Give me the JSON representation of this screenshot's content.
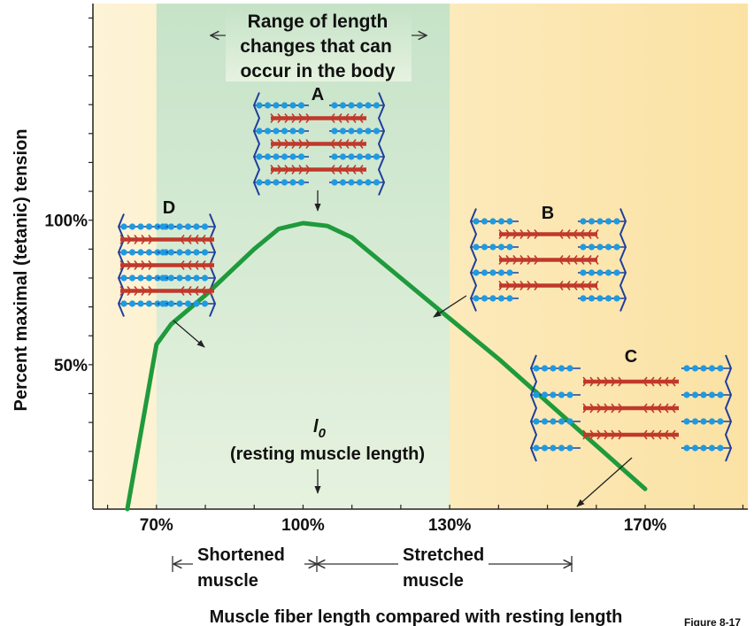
{
  "chart_data": {
    "type": "line",
    "x": [
      63,
      70,
      73,
      80,
      90,
      95,
      100,
      105,
      110,
      120,
      130,
      140,
      150,
      160,
      170
    ],
    "series": [
      {
        "values": [
          -10,
          57,
          64,
          74,
          90,
          97,
          99,
          98,
          94,
          80,
          66,
          52,
          37,
          22,
          7
        ]
      }
    ],
    "xlim": [
      57,
      191
    ],
    "ylim": [
      0,
      175
    ],
    "x_tick_labels": [
      "70%",
      "100%",
      "130%",
      "170%"
    ],
    "y_tick_labels": [
      "100%",
      "50%"
    ],
    "ylabel": "Percent maximal (tetanic) tension",
    "xlabel": "Muscle fiber length compared with resting length",
    "range_band": [
      70,
      130
    ],
    "range_label_lines": [
      "Range of length",
      "changes that can",
      "occur in the body"
    ],
    "resting_label_symbol": "l",
    "resting_label_subscript": "0",
    "resting_label_text": "(resting muscle length)",
    "shortened_lines": [
      "Shortened",
      "muscle"
    ],
    "stretched_lines": [
      "Stretched",
      "muscle"
    ],
    "figure_label": "Figure 8-17",
    "sarcomere_labels": [
      "A",
      "B",
      "C",
      "D"
    ],
    "colors": {
      "curve": "#1f9a3c",
      "band": "#cfe6cf",
      "background_left": "#fdf0cf",
      "background_right": "#fbe3a8",
      "actin": "#1e9ae0",
      "myosin": "#c0392b",
      "z_line": "#1f3f9a"
    }
  }
}
